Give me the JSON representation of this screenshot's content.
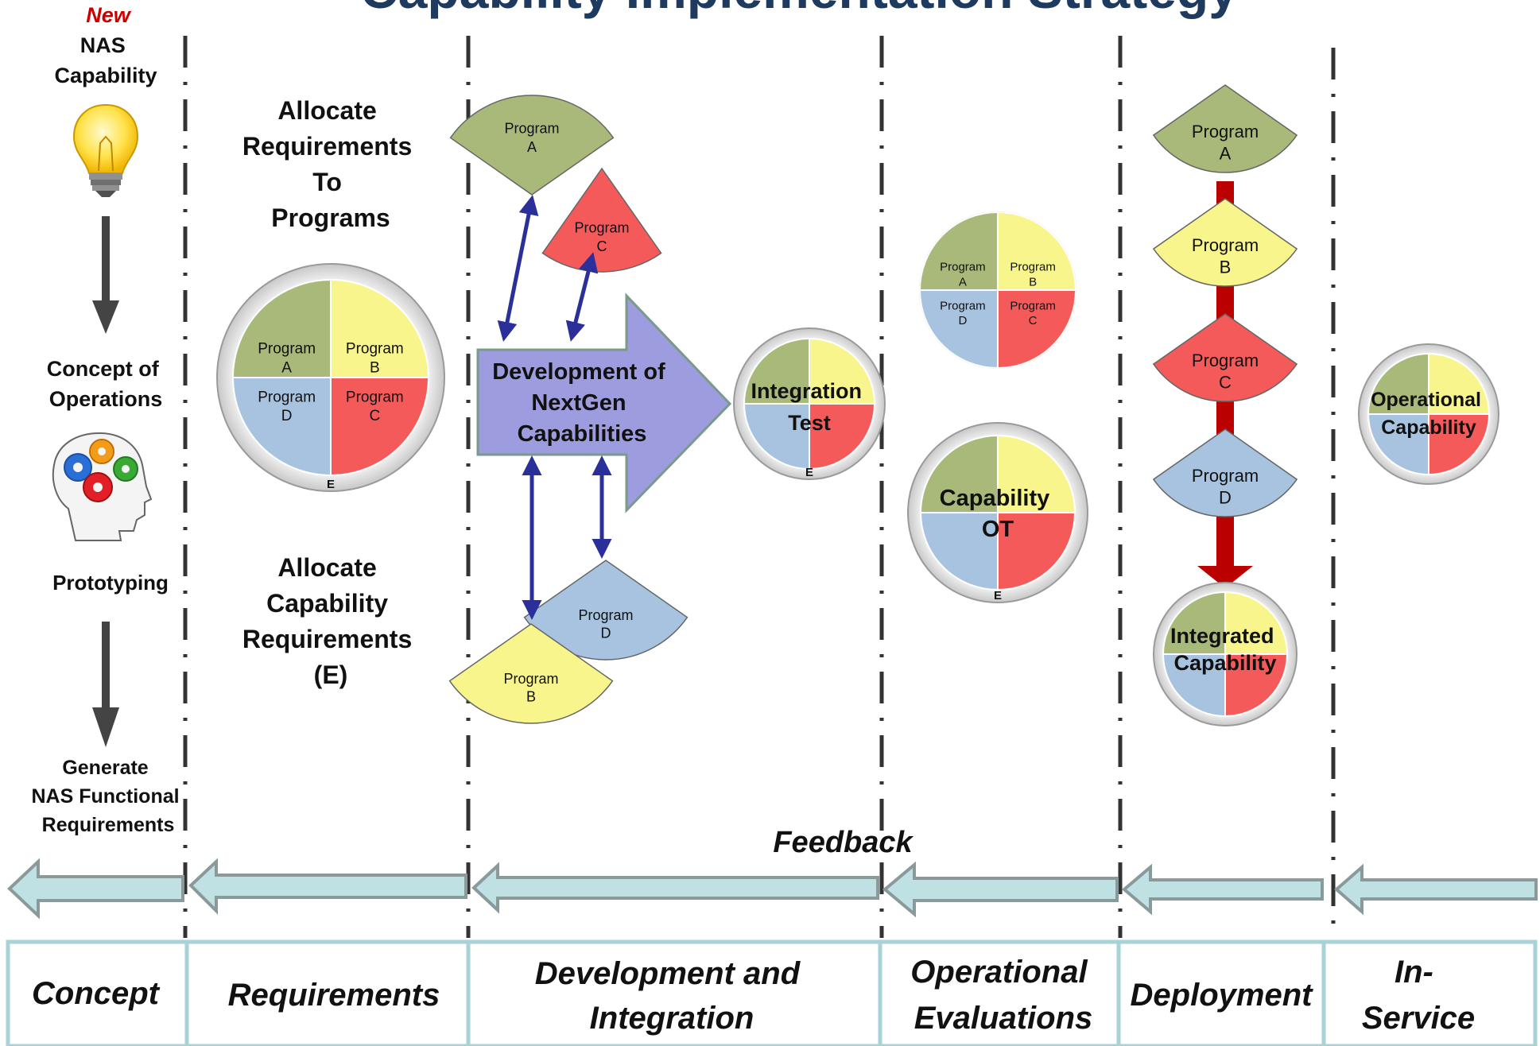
{
  "title": "Capability Implementation Strategy",
  "concept_column": {
    "new_label": "New",
    "nas_capability": [
      "NAS",
      "Capability"
    ],
    "concept_of_operations": [
      "Concept of",
      "Operations"
    ],
    "prototyping": "Prototyping",
    "generate_requirements": [
      "Generate",
      "NAS Functional",
      "Requirements"
    ]
  },
  "requirements_column": {
    "allocate_to_programs": [
      "Allocate",
      "Requirements",
      "To",
      "Programs"
    ],
    "allocate_capability": [
      "Allocate",
      "Capability",
      "Requirements",
      "(E)"
    ],
    "wheel": {
      "segments": [
        [
          "Program",
          "A"
        ],
        [
          "Program",
          "B"
        ],
        [
          "Program",
          "D"
        ],
        [
          "Program",
          "C"
        ]
      ],
      "center": "E"
    }
  },
  "development_column": {
    "arrow_label": [
      "Development of",
      "NextGen",
      "Capabilities"
    ],
    "programs": [
      [
        "Program",
        "A"
      ],
      [
        "Program",
        "C"
      ],
      [
        "Program",
        "D"
      ],
      [
        "Program",
        "B"
      ]
    ],
    "integration_test": [
      "Integration",
      "Test"
    ],
    "integration_test_center": "E"
  },
  "operational_column": {
    "wheel_small": {
      "segments": [
        [
          "Program",
          "A"
        ],
        [
          "Program",
          "B"
        ],
        [
          "Program",
          "D"
        ],
        [
          "Program",
          "C"
        ]
      ]
    },
    "capability_ot": [
      "Capability",
      "OT"
    ],
    "capability_ot_center": "E"
  },
  "deployment_column": {
    "programs": [
      [
        "Program",
        "A"
      ],
      [
        "Program",
        "B"
      ],
      [
        "Program",
        "C"
      ],
      [
        "Program",
        "D"
      ]
    ],
    "integrated_capability": [
      "Integrated",
      "Capability"
    ]
  },
  "inservice_column": {
    "operational_capability": [
      "Operational",
      "Capability"
    ]
  },
  "feedback_label": "Feedback",
  "phases": [
    [
      "Concept"
    ],
    [
      "Requirements"
    ],
    [
      "Development and",
      "Integration"
    ],
    [
      "Operational",
      "Evaluations"
    ],
    [
      "Deployment"
    ],
    [
      "In-",
      "Service"
    ]
  ],
  "colors": {
    "program_a": "#a9b97a",
    "program_b": "#f8f58c",
    "program_c": "#f55a5a",
    "program_d": "#a7c3df",
    "dev_arrow": "#9c9cde",
    "feedback_arrow": "#bfe1e4",
    "double_arrow": "#2b2f99",
    "deploy_arrow": "#bb0000",
    "title": "#1f3a5f",
    "new": "#cc0000"
  }
}
